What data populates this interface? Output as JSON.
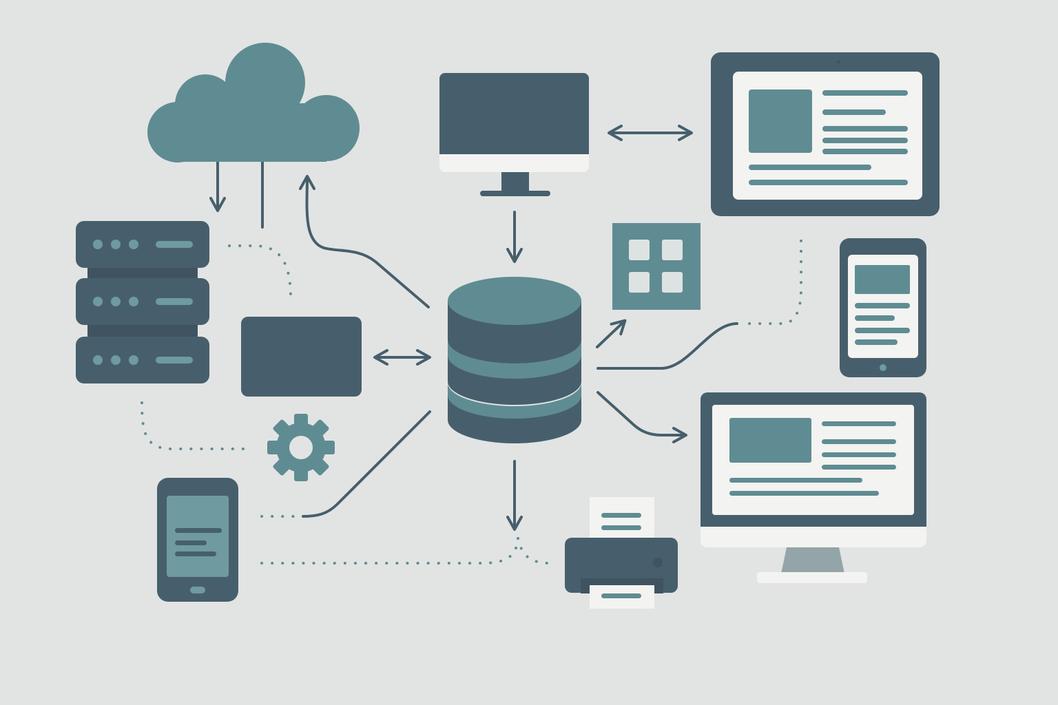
{
  "colors": {
    "background": "#e2e4e3",
    "dark_slate": "#475f6c",
    "teal": "#5f8c92",
    "light": "#f3f3f1",
    "stand_gray": "#93a5a8"
  },
  "nodes": [
    {
      "id": "cloud",
      "icon": "cloud-icon"
    },
    {
      "id": "server-rack",
      "icon": "server-rack-icon"
    },
    {
      "id": "panel-box",
      "icon": "panel-box-icon"
    },
    {
      "id": "settings",
      "icon": "gear-icon"
    },
    {
      "id": "phone",
      "icon": "smartphone-icon"
    },
    {
      "id": "desktop-monitor",
      "icon": "desktop-monitor-icon"
    },
    {
      "id": "database",
      "icon": "database-icon"
    },
    {
      "id": "app-grid",
      "icon": "app-grid-icon"
    },
    {
      "id": "printer",
      "icon": "printer-icon"
    },
    {
      "id": "tablet-large",
      "icon": "tablet-landscape-icon"
    },
    {
      "id": "tablet-small",
      "icon": "tablet-portrait-icon"
    },
    {
      "id": "monitor-large",
      "icon": "monitor-large-icon"
    }
  ],
  "connections": [
    {
      "from": "server-rack",
      "to": "cloud",
      "style": "solid",
      "arrow": "both"
    },
    {
      "from": "server-rack",
      "to": "cloud",
      "style": "solid",
      "arrow": "end"
    },
    {
      "from": "database",
      "to": "cloud",
      "style": "solid",
      "arrow": "end"
    },
    {
      "from": "server-rack",
      "to": "panel-box",
      "style": "dotted",
      "arrow": "none"
    },
    {
      "from": "desktop-monitor",
      "to": "tablet-large",
      "style": "solid",
      "arrow": "both"
    },
    {
      "from": "desktop-monitor",
      "to": "database",
      "style": "solid",
      "arrow": "end"
    },
    {
      "from": "panel-box",
      "to": "database",
      "style": "solid",
      "arrow": "both"
    },
    {
      "from": "database",
      "to": "app-grid",
      "style": "solid",
      "arrow": "end"
    },
    {
      "from": "database",
      "to": "tablet-large",
      "style": "mixed",
      "arrow": "none"
    },
    {
      "from": "database",
      "to": "monitor-large",
      "style": "solid",
      "arrow": "end"
    },
    {
      "from": "database",
      "to": "phone",
      "style": "mixed",
      "arrow": "none"
    },
    {
      "from": "database",
      "to": "printer",
      "style": "solid",
      "arrow": "end"
    },
    {
      "from": "server-rack",
      "to": "settings",
      "style": "dotted",
      "arrow": "none"
    },
    {
      "from": "phone",
      "to": "printer",
      "style": "dotted",
      "arrow": "none"
    }
  ]
}
